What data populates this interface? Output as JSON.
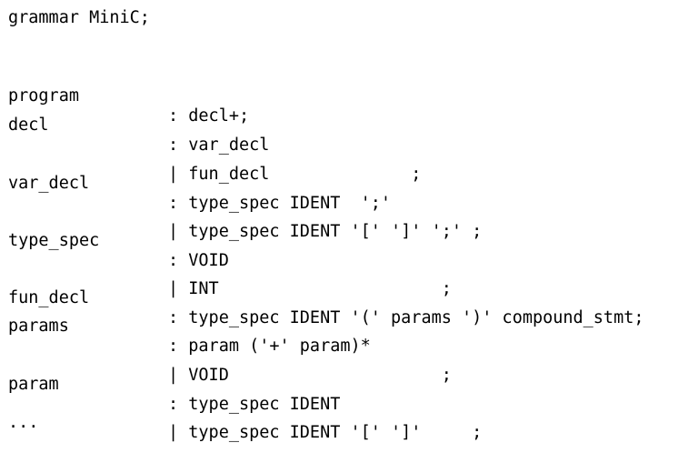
{
  "title": "grammar MiniC;",
  "rules": [
    {
      "name": "program",
      "rhs": ": decl+;"
    },
    {
      "name": "decl",
      "rhs": ": var_decl"
    },
    {
      "name": "",
      "rhs": "| fun_decl              ;"
    },
    {
      "name": "var_decl",
      "rhs": ": type_spec IDENT  ';'"
    },
    {
      "name": "",
      "rhs": "| type_spec IDENT '[' ']' ';' ;"
    },
    {
      "name": "type_spec",
      "rhs": ": VOID"
    },
    {
      "name": "",
      "rhs": "| INT                      ;"
    },
    {
      "name": "fun_decl",
      "rhs": ": type_spec IDENT '(' params ')' compound_stmt;"
    },
    {
      "name": "params",
      "rhs": ": param ('+' param)*"
    },
    {
      "name": "",
      "rhs": "| VOID                     ;"
    },
    {
      "name": "param",
      "rhs": ": type_spec IDENT"
    },
    {
      "name": "",
      "rhs": "| type_spec IDENT '[' ']'     ;"
    }
  ],
  "ellipsis": "..."
}
